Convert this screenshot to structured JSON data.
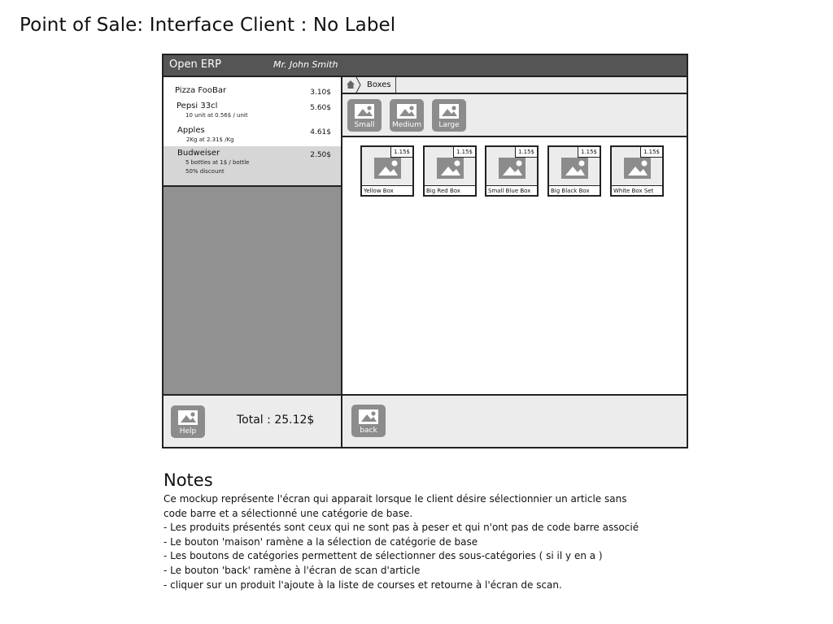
{
  "page": {
    "title": "Point of Sale: Interface Client : No Label"
  },
  "topbar": {
    "app_name": "Open ERP",
    "user": "Mr. John Smith"
  },
  "order": {
    "lines": [
      {
        "name": "Pizza FooBar",
        "price": "3.10$",
        "details": []
      },
      {
        "name": "Pepsi 33cl",
        "price": "5.60$",
        "details": [
          "10 unit at 0.56$ / unit"
        ]
      },
      {
        "name": "Apples",
        "price": "4.61$",
        "details": [
          "2Kg at 2.31$ /Kg"
        ]
      },
      {
        "name": "Budweiser",
        "price": "2.50$",
        "details": [
          "5 bottles at 1$ / bottle",
          "50% discount"
        ],
        "selected": true
      }
    ],
    "total": "Total : 25.12$"
  },
  "footer_left": {
    "help_label": "Help"
  },
  "breadcrumb": {
    "home_icon": "home-icon",
    "current": "Boxes"
  },
  "categories": [
    {
      "label": "Small",
      "icon": "image-icon"
    },
    {
      "label": "Medium",
      "icon": "image-icon"
    },
    {
      "label": "Large",
      "icon": "image-icon"
    }
  ],
  "products": [
    {
      "name": "Yellow Box",
      "price": "1.15$"
    },
    {
      "name": "Big Red Box",
      "price": "1.15$"
    },
    {
      "name": "Small Blue Box",
      "price": "1.15$"
    },
    {
      "name": "Big Black Box",
      "price": "1.15$"
    },
    {
      "name": "White Box Set",
      "price": "1.15$"
    }
  ],
  "footer_right": {
    "back_label": "back"
  },
  "notes": {
    "heading": "Notes",
    "lines": [
      "Ce mockup représente l'écran qui apparait lorsque le client désire sélectionnier un article sans",
      "code barre et a sélectionné une catégorie de base.",
      "- Les produits présentés sont ceux qui ne sont pas à peser et qui n'ont pas de code barre associé",
      "- Le bouton 'maison' ramène a la sélection de catégorie de base",
      "- Les boutons de catégories permettent de sélectionner des sous-catégories ( si il y en a )",
      "- Le bouton 'back' ramène à l'écran de scan d'article",
      "- cliquer sur un produit l'ajoute à la liste de courses et retourne à l'écran de scan."
    ]
  }
}
